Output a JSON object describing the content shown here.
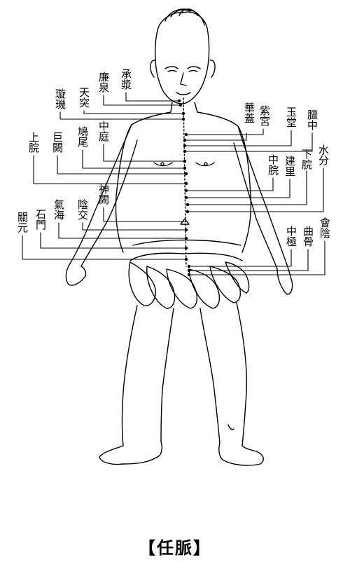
{
  "caption": "【任脈】",
  "points": {
    "chengjiang": "承漿",
    "lianquan": "廉泉",
    "tiantu": "天突",
    "xuanji": "璇璣",
    "huagai": "華蓋",
    "zigong": "紫宮",
    "yutang": "玉堂",
    "danzhong": "膻中",
    "zhongting": "中庭",
    "jiuwei": "鳩尾",
    "juque": "巨闕",
    "shangwan": "上脘",
    "zhongwan": "中脘",
    "jianli": "建里",
    "xiawan": "下脘",
    "shuifen": "水分",
    "shenque": "神闕",
    "yinjiao": "陰交",
    "qihai": "氣海",
    "shimen": "石門",
    "guanyuan": "關元",
    "zhongji": "中極",
    "qugu": "曲骨",
    "huiyin": "會陰"
  }
}
